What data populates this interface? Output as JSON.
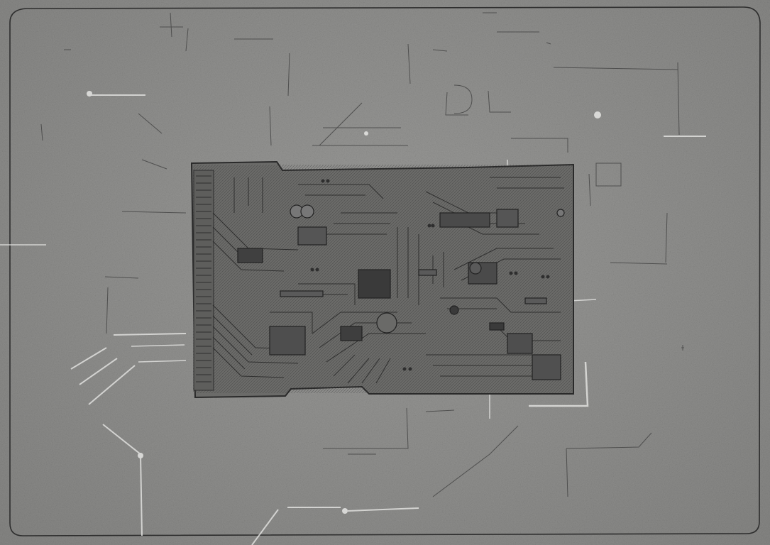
{
  "artwork": {
    "medium_palette": {
      "paper": "#8e8e8c",
      "graphite_dark": "#2a2a2a",
      "graphite_mid": "#4a4a4a",
      "highlight": "#e4e4e2"
    },
    "elements": [
      "page-border",
      "circuit-board",
      "edge-connector",
      "chip-components",
      "construction-lines",
      "eraser-highlights"
    ]
  }
}
